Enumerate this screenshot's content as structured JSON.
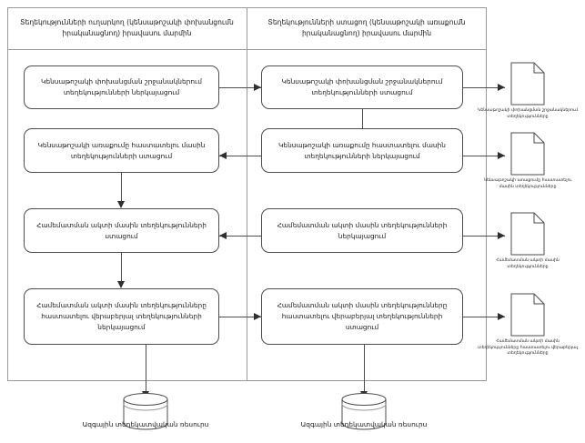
{
  "diagram": {
    "lanes": [
      {
        "id": "sender",
        "title": "Տեղեկությունների ուղարկող (կենսաթոշակի փոխանցումն իրականացնող) իրավասու մարմին"
      },
      {
        "id": "receiver",
        "title": "Տեղեկությունների ստացող (կենսաթոշակի առաքումն իրականացնող) իրավասու մարմին"
      }
    ],
    "steps": [
      {
        "id": "L1",
        "lane": "sender",
        "row": 1,
        "text": "Կենսաթոշակի փոխանցման շրջանակներում տեղեկությունների ներկայացում"
      },
      {
        "id": "R1",
        "lane": "receiver",
        "row": 1,
        "text": "Կենսաթոշակի փոխանցման շրջանակներում տեղեկությունների ստացում"
      },
      {
        "id": "L2",
        "lane": "sender",
        "row": 2,
        "text": "Կենսաթոշակի առաքումը հաստատելու մասին տեղեկությունների ստացում"
      },
      {
        "id": "R2",
        "lane": "receiver",
        "row": 2,
        "text": "Կենսաթոշակի առաքումը հաստատելու մասին տեղեկությունների ներկայացում"
      },
      {
        "id": "L3",
        "lane": "sender",
        "row": 3,
        "text": "Համեմատման ակտի մասին տեղեկությունների ստացում"
      },
      {
        "id": "R3",
        "lane": "receiver",
        "row": 3,
        "text": "Համեմատման ակտի մասին տեղեկությունների ներկայացում"
      },
      {
        "id": "L4",
        "lane": "sender",
        "row": 4,
        "text": "Համեմատման ակտի մասին տեղեկությունները հաստատելու վերաբերյալ տեղեկությունների ներկայացում"
      },
      {
        "id": "R4",
        "lane": "receiver",
        "row": 4,
        "text": "Համեմատման ակտի մասին տեղեկությունները հաստատելու վերաբերյալ տեղեկությունների ստացում"
      }
    ],
    "flows": [
      {
        "id": "f1",
        "from": "L1",
        "to": "R1",
        "direction": "right"
      },
      {
        "id": "f2",
        "from": "R2",
        "to": "L2",
        "direction": "left"
      },
      {
        "id": "f3",
        "from": "R3",
        "to": "L3",
        "direction": "left"
      },
      {
        "id": "f4",
        "from": "L4",
        "to": "R4",
        "direction": "right"
      },
      {
        "id": "f5",
        "from": "R1",
        "to": "R2",
        "direction": "down"
      },
      {
        "id": "f6",
        "from": "L2",
        "to": "L3",
        "direction": "down"
      },
      {
        "id": "f7",
        "from": "L3",
        "to": "L4",
        "direction": "down"
      },
      {
        "id": "f8",
        "from": "L4",
        "to": "db-left",
        "direction": "down"
      },
      {
        "id": "f9",
        "from": "R4",
        "to": "db-right",
        "direction": "down"
      }
    ],
    "documents": [
      {
        "id": "doc1",
        "source": "R1",
        "caption": "Կենսաթոշակի փոխանցման շրջանակներում տեղեկությունները"
      },
      {
        "id": "doc2",
        "source": "R2",
        "caption": "Կենսաթոշակի առաքումը հաստատելու մասին տեղեկությունները"
      },
      {
        "id": "doc3",
        "source": "R3",
        "caption": "Համեմատման ակտի մասին տեղեկությունները"
      },
      {
        "id": "doc4",
        "source": "R4",
        "caption": "Համեմատման ակտի մասին տեղեկությունները հաստատելու վերաբերյալ տեղեկությունները"
      }
    ],
    "datastores": [
      {
        "id": "db-left",
        "label": "Ազգային տեղեկատվական ռեսուրս"
      },
      {
        "id": "db-right",
        "label": "Ազգային տեղեկատվական ռեսուրս"
      }
    ],
    "colors": {
      "frame": "#9a9a9a",
      "box_border": "#4d4d4d",
      "connector": "#4d4d4d",
      "arrowhead": "#2f2f2f",
      "text": "#1a1a1a",
      "background": "#ffffff"
    }
  }
}
